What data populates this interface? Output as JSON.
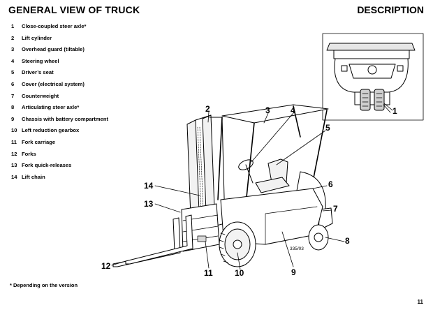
{
  "header": {
    "title": "GENERAL VIEW OF TRUCK",
    "section": "DESCRIPTION"
  },
  "legend": [
    {
      "num": "1",
      "label": "Close-coupled steer axle*"
    },
    {
      "num": "2",
      "label": "Lift cylinder"
    },
    {
      "num": "3",
      "label": "Overhead guard (tiltable)"
    },
    {
      "num": "4",
      "label": "Steering wheel"
    },
    {
      "num": "5",
      "label": "Driver’s seat"
    },
    {
      "num": "6",
      "label": "Cover (electrical system)"
    },
    {
      "num": "7",
      "label": "Counterweight"
    },
    {
      "num": "8",
      "label": "Articulating steer axle*"
    },
    {
      "num": "9",
      "label": "Chassis with battery compartment"
    },
    {
      "num": "10",
      "label": "Left reduction gearbox"
    },
    {
      "num": "11",
      "label": "Fork carriage"
    },
    {
      "num": "12",
      "label": "Forks"
    },
    {
      "num": "13",
      "label": "Fork quick-releases"
    },
    {
      "num": "14",
      "label": "Lift chain"
    }
  ],
  "figure": {
    "drawing_code": "335/03",
    "callouts": [
      "1",
      "2",
      "3",
      "4",
      "5",
      "6",
      "7",
      "8",
      "9",
      "10",
      "11",
      "12",
      "13",
      "14"
    ]
  },
  "footnote": "* Depending on the version",
  "page_number": "11"
}
